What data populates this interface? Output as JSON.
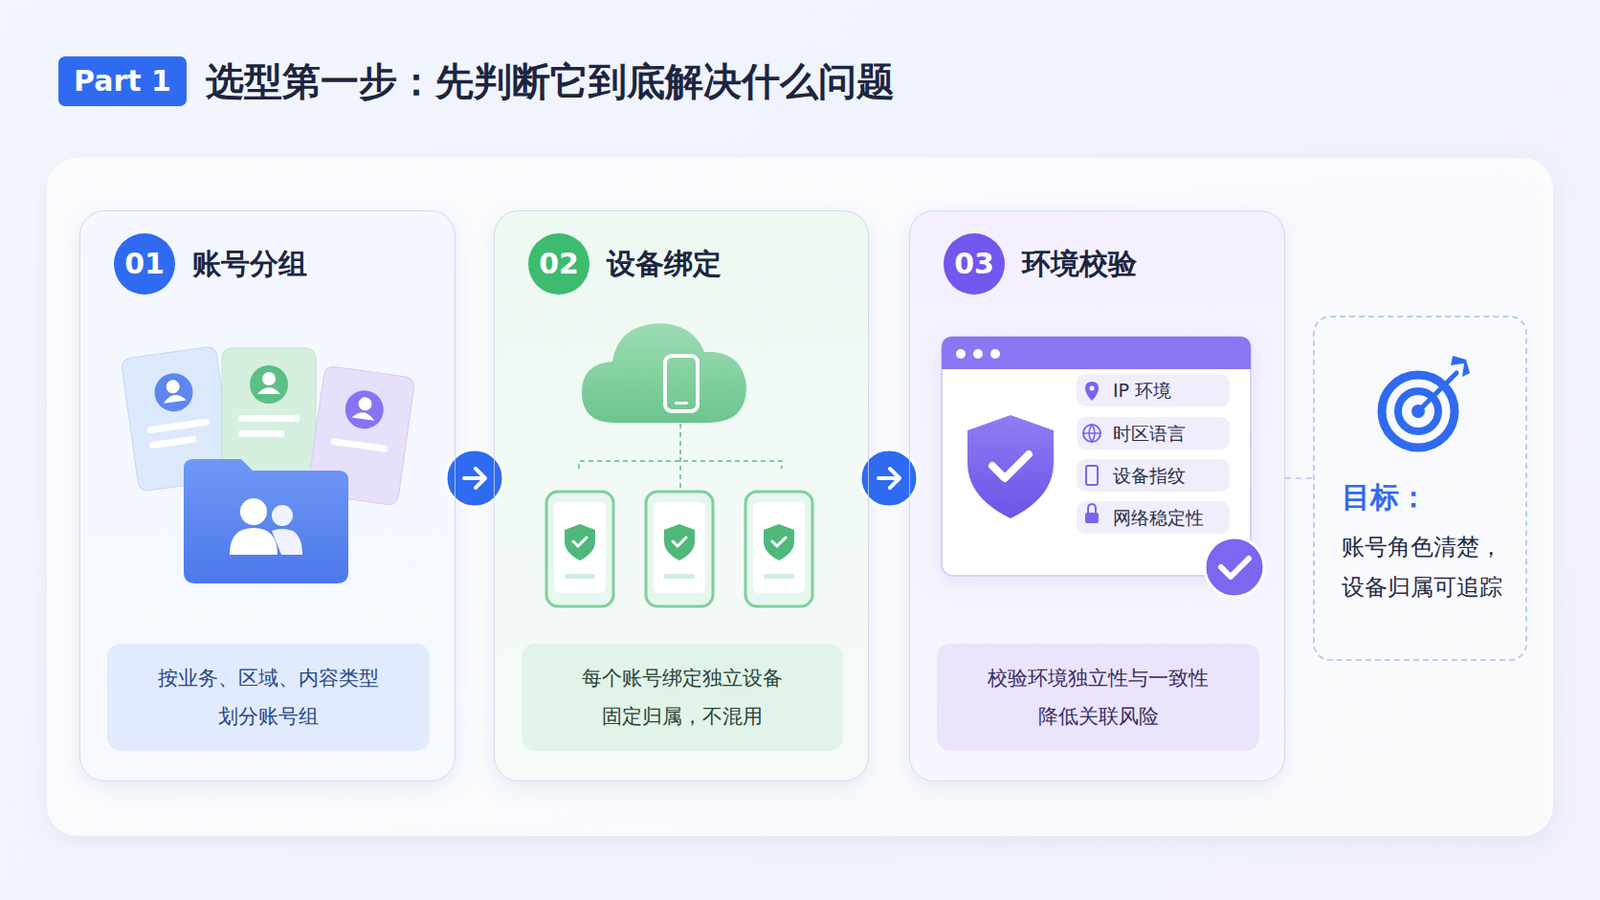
{
  "diagram": {
    "title": "选型第一步：先判断它到底解决什么问题",
    "nodes": [
      {
        "text": [
          "01",
          "账号分组"
        ]
      },
      {
        "text": [
          "按业务、区域、内容类型 划分账号组"
        ],
        "in": 0
      },
      {
        "text": [
          "02",
          "设备绑定"
        ]
      },
      {
        "text": [
          "每个账号绑定独立设备 固定归属，不混用"
        ],
        "in": 2
      },
      {
        "text": [
          "03",
          "环境校验"
        ]
      },
      {
        "text": [
          "IP 环境"
        ],
        "in": 4
      },
      {
        "text": [
          "时区语言"
        ],
        "in": 4
      },
      {
        "text": [
          "设备指纹"
        ],
        "in": 4
      },
      {
        "text": [
          "网络稳定性"
        ],
        "in": 4
      },
      {
        "text": [
          "校验环境独立性与一致性 降低关联风险"
        ],
        "in": 4
      },
      {
        "text": [
          "目标：",
          "账号角色清楚， 设备归属可追踪"
        ]
      }
    ],
    "edges": [
      {
        "from": 0,
        "to": 2,
        "arrow": "to"
      },
      {
        "from": 2,
        "to": 4,
        "arrow": "to"
      },
      {
        "from": 4,
        "to": 10,
        "arrow": "none"
      }
    ],
    "labels": [
      "Part 1"
    ]
  }
}
